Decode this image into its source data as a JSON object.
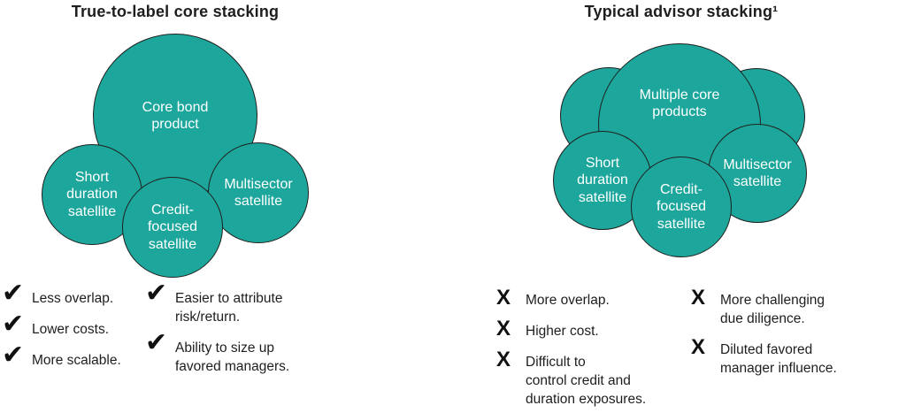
{
  "colors": {
    "bubble_fill": "#1ca69c",
    "bubble_stroke": "#20201e",
    "bubble_text": "#ffffff",
    "ink": "#1e1e1e",
    "background": "#ffffff"
  },
  "icons": {
    "check": "✔",
    "cross": "X"
  },
  "left_panel": {
    "title": "True-to-label core stacking",
    "circles": {
      "core": "Core bond\nproduct",
      "short": "Short\nduration\nsatellite",
      "credit": "Credit-\nfocused\nsatellite",
      "multisector": "Multisector\nsatellite"
    },
    "benefits": [
      "Less overlap.",
      "Lower costs.",
      "More scalable.",
      "Easier to attribute\nrisk/return.",
      "Ability to size up\nfavored managers."
    ]
  },
  "right_panel": {
    "title": "Typical advisor stacking¹",
    "circles": {
      "core": "Multiple core\nproducts",
      "short": "Short\nduration\nsatellite",
      "credit": "Credit-\nfocused\nsatellite",
      "multisector": "Multisector\nsatellite"
    },
    "drawbacks": [
      "More overlap.",
      "Higher cost.",
      "Difficult to\ncontrol credit and\nduration exposures.",
      "More challenging\ndue diligence.",
      "Diluted favored\nmanager influence."
    ]
  }
}
